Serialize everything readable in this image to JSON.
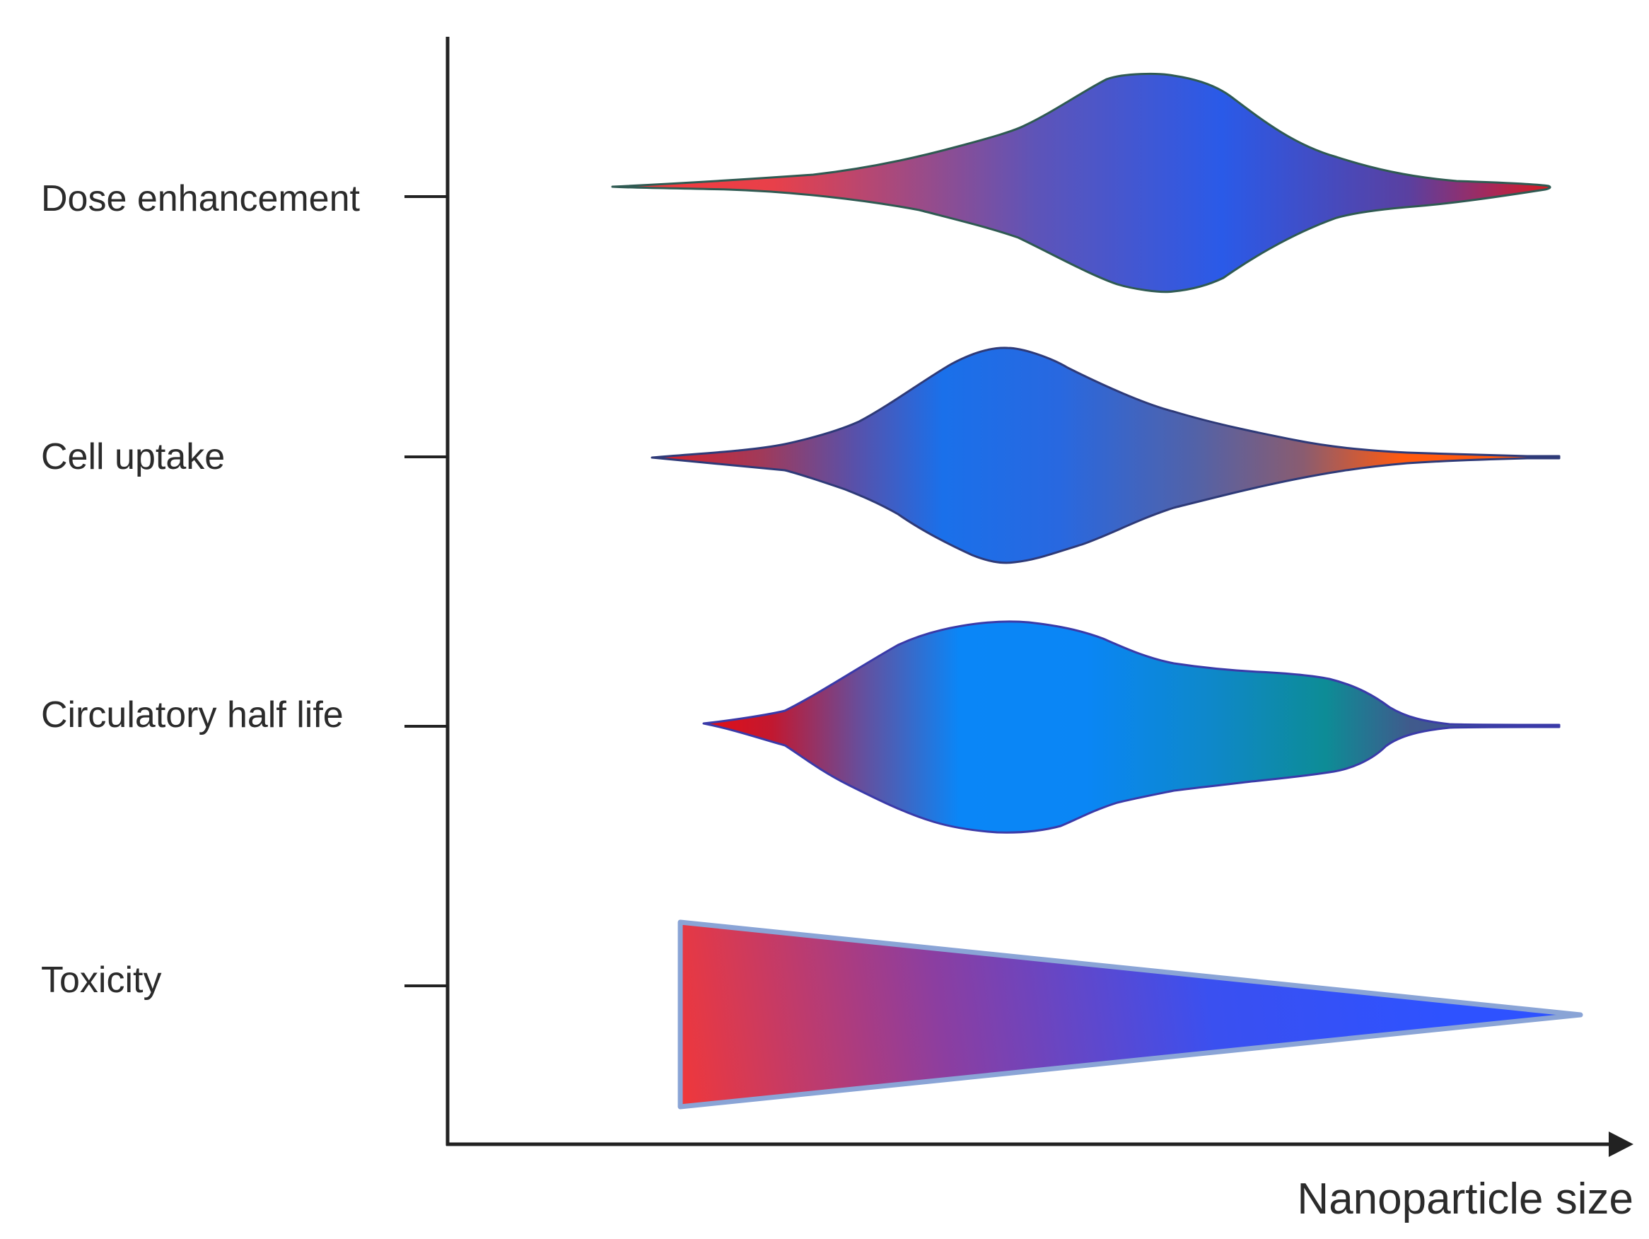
{
  "rows": [
    {
      "label": "Dose enhancement"
    },
    {
      "label": "Cell uptake"
    },
    {
      "label": "Circulatory half life"
    },
    {
      "label": "Toxicity"
    }
  ],
  "x_axis_label": "Nanoparticle size",
  "colors": {
    "axis": "#222222",
    "red": "#f0383a",
    "blue": "#2a5ae8",
    "bright_blue": "#0a86f7",
    "teal": "#0d8c96",
    "orange": "#ff5a10",
    "toxicity_outline": "#8aa4d6"
  }
}
